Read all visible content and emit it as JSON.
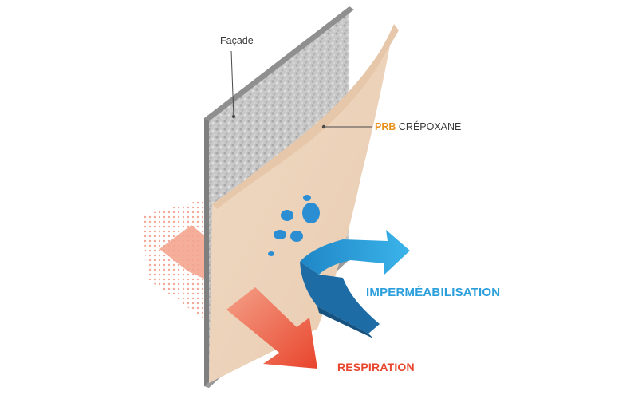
{
  "labels": {
    "facade": "Façade",
    "prb_brand": "PRB",
    "prb_product": "CRÉPOXANE",
    "waterproofing": "IMPERMÉABILISATION",
    "respiration": "RESPIRATION"
  },
  "colors": {
    "brand": "#e8911c",
    "waterproofing": "#2b9fdc",
    "respiration": "#e8452c",
    "coating": "#f1d9c3",
    "facade": "#b9b9b9",
    "leader_line": "#4a4a4a"
  },
  "icons": {
    "water_drops": "droplets-icon",
    "vapor_dots": "vapor-dots-icon"
  }
}
